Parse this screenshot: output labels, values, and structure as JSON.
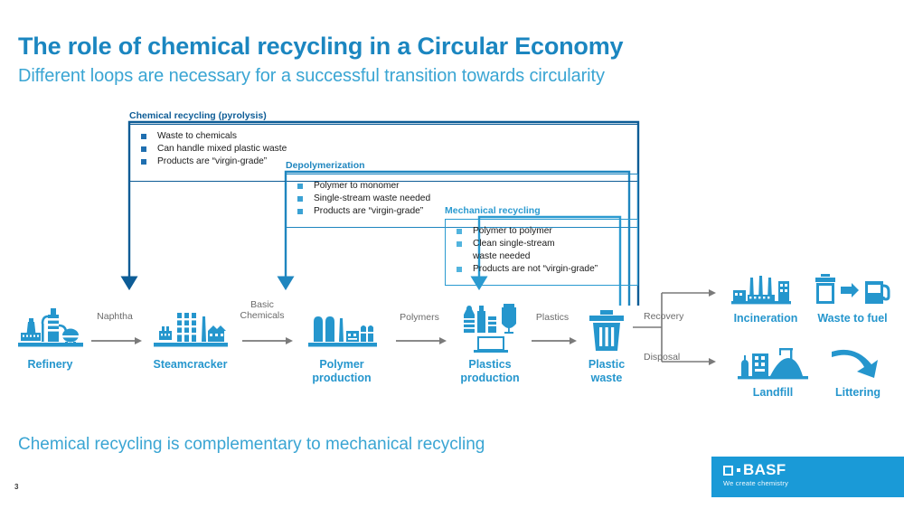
{
  "slide": {
    "title": "The role of chemical recycling in a Circular Economy",
    "subtitle": "Different loops are necessary for a successful transition towards circularity",
    "takeaway": "Chemical recycling is complementary to mechanical recycling",
    "page_number": "3"
  },
  "colors": {
    "brand_blue": "#1a9ad7",
    "title_blue": "#1b86c0",
    "subtitle_blue": "#3aa5d3",
    "icon_blue": "#2596cd",
    "loop_dark": "#0d5c96",
    "loop_mid": "#1f86bf",
    "loop_light": "#2a9ad0",
    "arrow_grey": "#6b6b6b"
  },
  "callouts": [
    {
      "id": "chemical-recycling",
      "header": "Chemical recycling (pyrolysis)",
      "bullets": [
        "Waste to chemicals",
        "Can handle mixed plastic waste",
        "Products are “virgin-grade”"
      ]
    },
    {
      "id": "depolymerization",
      "header": "Depolymerization",
      "bullets": [
        "Polymer to monomer",
        "Single-stream waste needed",
        "Products are “virgin-grade”"
      ]
    },
    {
      "id": "mechanical-recycling",
      "header": "Mechanical recycling",
      "bullets": [
        "Polymer to polymer",
        "Clean single-stream",
        "waste needed",
        "Products are not “virgin-grade”"
      ]
    }
  ],
  "flow": {
    "nodes": [
      {
        "id": "refinery",
        "label": "Refinery",
        "icon": "refinery-icon"
      },
      {
        "id": "steamcracker",
        "label": "Steamcracker",
        "icon": "steamcracker-icon"
      },
      {
        "id": "polymer-production",
        "label_line1": "Polymer",
        "label_line2": "production",
        "icon": "polymer-plant-icon"
      },
      {
        "id": "plastics-production",
        "label_line1": "Plastics",
        "label_line2": "production",
        "icon": "plastic-products-icon"
      },
      {
        "id": "plastic-waste",
        "label_line1": "Plastic",
        "label_line2": "waste",
        "icon": "trash-bin-icon"
      }
    ],
    "connectors": [
      {
        "id": "naphtha",
        "label": "Naphtha"
      },
      {
        "id": "basic-chemicals",
        "label_line1": "Basic",
        "label_line2": "Chemicals"
      },
      {
        "id": "polymers",
        "label": "Polymers"
      },
      {
        "id": "plastics",
        "label": "Plastics"
      }
    ],
    "branches": [
      {
        "id": "recovery",
        "label": "Recovery"
      },
      {
        "id": "disposal",
        "label": "Disposal"
      }
    ],
    "endpoints": [
      {
        "id": "incineration",
        "label": "Incineration",
        "icon": "incineration-plant-icon"
      },
      {
        "id": "waste-to-fuel",
        "label": "Waste to fuel",
        "icon": "waste-to-fuel-icon"
      },
      {
        "id": "landfill",
        "label": "Landfill",
        "icon": "landfill-icon"
      },
      {
        "id": "littering",
        "label": "Littering",
        "icon": "littering-arrow-icon"
      }
    ]
  },
  "logo": {
    "name": "BASF",
    "tagline": "We create chemistry"
  }
}
